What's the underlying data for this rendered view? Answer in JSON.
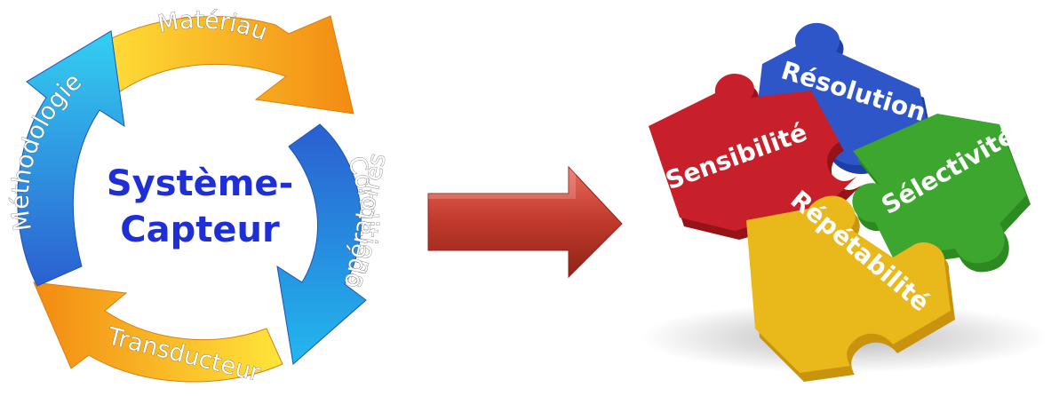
{
  "cycle": {
    "center_line1": "Système-",
    "center_line2": "Capteur",
    "segments": {
      "materiau": "Matériau",
      "conditions_line1": "Conditions",
      "conditions_line2": "opératoires",
      "transducteur": "Transducteur",
      "methodologie": "Méthodologie"
    }
  },
  "arrow": {
    "icon": "right-arrow-icon"
  },
  "puzzle": {
    "resolution": "Résolution",
    "sensibilite": "Sensibilité",
    "selectivite": "Sélectivité",
    "repetabilite": "Répétabilité"
  },
  "colors": {
    "blue": "#2f56c9",
    "red": "#c8202a",
    "green": "#3da62f",
    "yellow": "#e9b81b",
    "center_text": "#1f2fd6",
    "arrow_red": "#c0392b"
  }
}
